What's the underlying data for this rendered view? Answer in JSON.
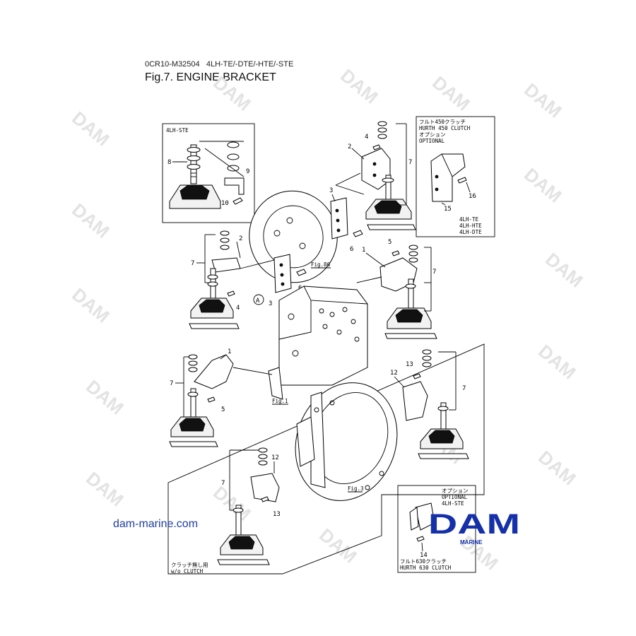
{
  "header": {
    "doc_ref": "0CR10-M32504",
    "models": "4LH-TE/-DTE/-HTE/-STE",
    "title": "Fig.7.  ENGINE BRACKET"
  },
  "watermark": "DAM",
  "site_url": "dam-marine.com",
  "logo": {
    "text": "DAM",
    "sub": "MARINE",
    "color": "#1530a8"
  },
  "insets": {
    "ste": {
      "label": "4LH-STE"
    },
    "hurth450": {
      "jp1": "フルト450クラッチ",
      "en1": "HURTH 450 CLUTCH",
      "jp2": "オプション",
      "en2": "OPTIONAL",
      "models": [
        "4LH-TE",
        "4LH-HTE",
        "4LH-DTE"
      ]
    },
    "hurth630": {
      "jp1": "オプション",
      "en1": "OPTIONAL",
      "model": "4LH-STE",
      "jp2": "フルト630クラッチ",
      "en2": "HURTH 630 CLUTCH"
    }
  },
  "clutch_note": {
    "jp": "クラッチ無し用",
    "en": "w/o CLUTCH"
  },
  "fig_refs": [
    "Fig.86",
    "Fig.1",
    "Fig.3"
  ],
  "circle_marker": "A",
  "callouts": [
    "1",
    "2",
    "3",
    "4",
    "5",
    "6",
    "7",
    "8",
    "9",
    "10",
    "12",
    "13",
    "14",
    "15",
    "16"
  ]
}
